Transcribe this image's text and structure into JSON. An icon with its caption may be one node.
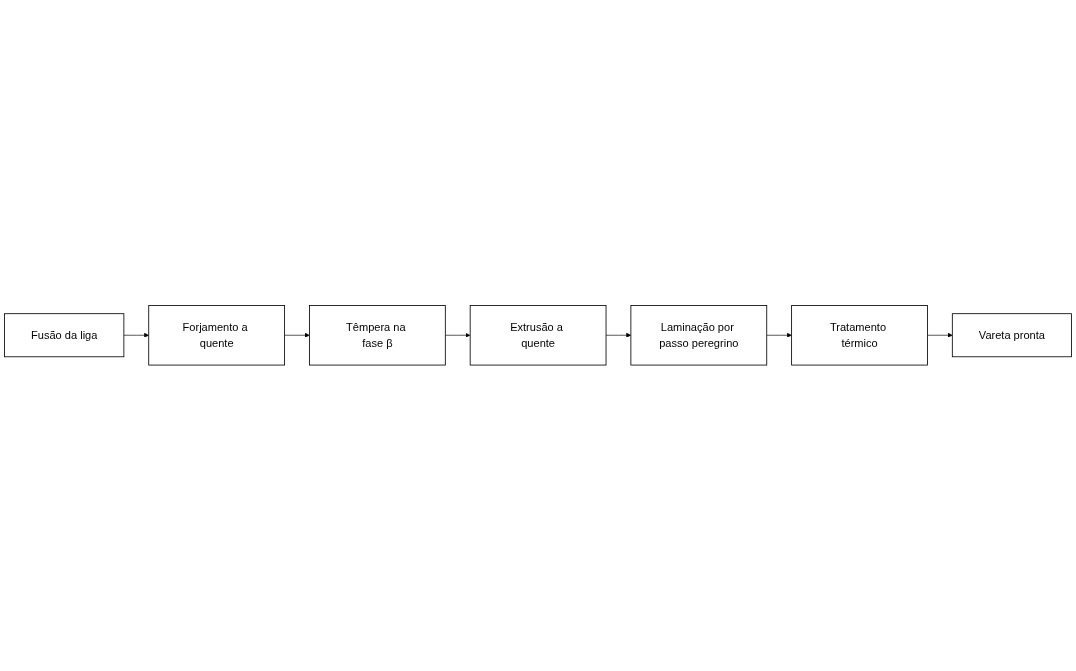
{
  "diagram": {
    "nodes": [
      {
        "text": [
          "Fusão da liga"
        ]
      },
      {
        "text": [
          "Forjamento a quente"
        ]
      },
      {
        "text": [
          "Têmpera na fase β"
        ]
      },
      {
        "text": [
          "Extrusão a quente"
        ]
      },
      {
        "text": [
          "Laminação por passo peregrino"
        ]
      },
      {
        "text": [
          "Tratamento térmico"
        ]
      },
      {
        "text": [
          "Vareta pronta"
        ]
      }
    ],
    "edges": [
      {
        "from": 0,
        "to": 1,
        "arrow": "to"
      },
      {
        "from": 1,
        "to": 2,
        "arrow": "to"
      },
      {
        "from": 2,
        "to": 3,
        "arrow": "to"
      },
      {
        "from": 3,
        "to": 4,
        "arrow": "to"
      },
      {
        "from": 4,
        "to": 5,
        "arrow": "to"
      },
      {
        "from": 5,
        "to": 6,
        "arrow": "to"
      }
    ]
  }
}
